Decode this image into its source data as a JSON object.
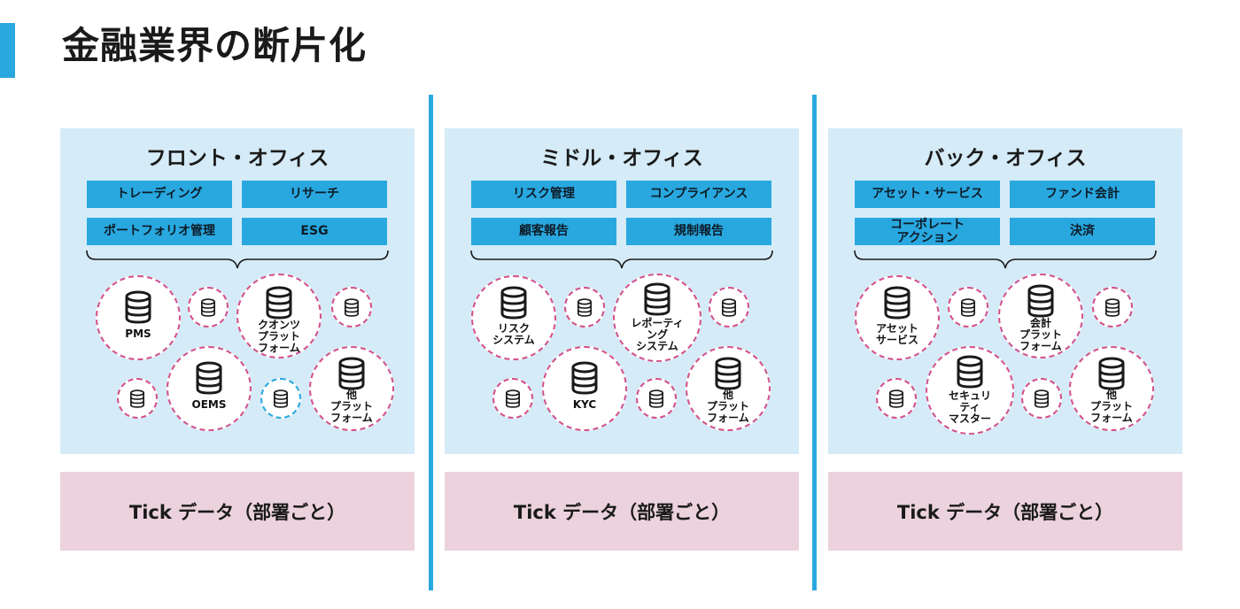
{
  "title": "金融業界の断片化",
  "colors": {
    "accent": "#29a8e0",
    "panel_bg": "#d5ebf7",
    "button": "#29a8e0",
    "bubble_border": "#d4508a",
    "tick_bg": "#ebd2dd"
  },
  "panels": [
    {
      "title": "フロント・オフィス",
      "functions": [
        "トレーディング",
        "リサーチ",
        "ポートフォリオ管理",
        "ESG"
      ],
      "systems": [
        "PMS",
        "クオンツ\nプラット\nフォーム",
        "OEMS",
        "他\nプラット\nフォーム"
      ],
      "tick_label": "Tick データ（部署ごと）"
    },
    {
      "title": "ミドル・オフィス",
      "functions": [
        "リスク管理",
        "コンプライアンス",
        "顧客報告",
        "規制報告"
      ],
      "systems": [
        "リスク\nシステム",
        "レポーティ\nング\nシステム",
        "KYC",
        "他\nプラット\nフォーム"
      ],
      "tick_label": "Tick データ（部署ごと）"
    },
    {
      "title": "バック・オフィス",
      "functions": [
        "アセット・サービス",
        "ファンド会計",
        "コーポレート\nアクション",
        "決済"
      ],
      "systems": [
        "アセット\nサービス",
        "会計\nプラット\nフォーム",
        "セキュリ\nティ\nマスター",
        "他\nプラット\nフォーム"
      ],
      "tick_label": "Tick データ（部署ごと）"
    }
  ]
}
